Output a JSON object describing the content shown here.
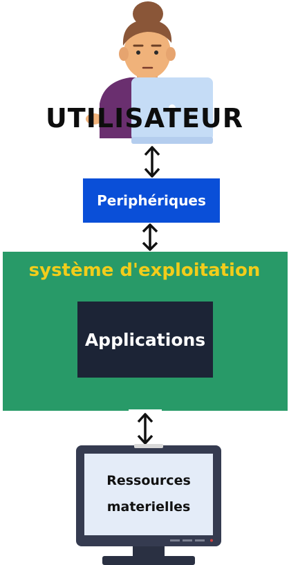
{
  "user": {
    "title": "UTILISATEUR",
    "icon": "person-with-laptop-icon"
  },
  "boxes": {
    "peripheriques": "Periphériques",
    "os": "système d'exploitation",
    "applications": "Applications",
    "ressources_line1": "Ressources",
    "ressources_line2": "materielles"
  },
  "colors": {
    "peripheriques_bg": "#0a4fd8",
    "os_bg": "#289a68",
    "os_text": "#f2cd1b",
    "applications_bg": "#1c2436",
    "monitor_frame": "#353b50",
    "monitor_screen": "#e4ecf8",
    "arrow": "#111111"
  },
  "icons": {
    "arrows": "double-arrow-icon",
    "monitor": "monitor-icon"
  }
}
